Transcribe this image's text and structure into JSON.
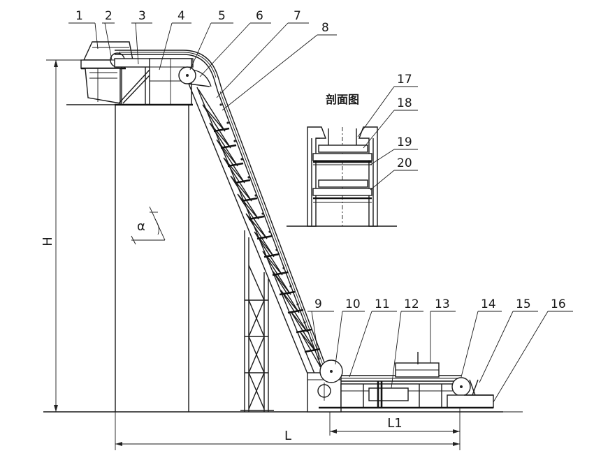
{
  "part_labels": [
    "1",
    "2",
    "3",
    "4",
    "5",
    "6",
    "7",
    "8",
    "9",
    "10",
    "11",
    "12",
    "13",
    "14",
    "15",
    "16",
    "17",
    "18",
    "19",
    "20"
  ],
  "section_title": "剖面图",
  "dimensions": {
    "height": "H",
    "length": "L",
    "length_1": "L1",
    "angle": "α"
  }
}
